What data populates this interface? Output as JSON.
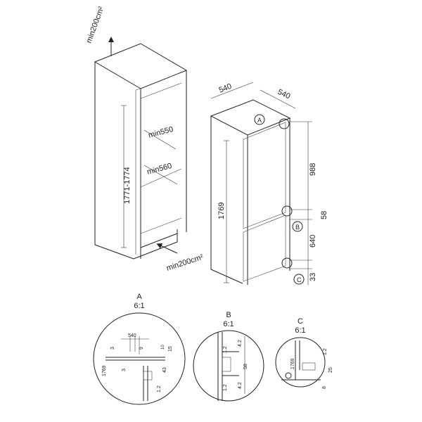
{
  "cabinet": {
    "vent_top": "min200cm²",
    "vent_bottom": "min200cm²",
    "depth_1": "min550",
    "depth_2": "min560",
    "height_range": "1771-1774"
  },
  "fridge": {
    "width": "540",
    "depth": "540",
    "height": "1769",
    "upper_door": "988",
    "gap": "58",
    "lower_door": "640",
    "bottom": "33",
    "callout_a": "A",
    "callout_b": "B",
    "callout_c": "C"
  },
  "details": [
    {
      "letter": "A",
      "scale": "6:1",
      "labels": {
        "w": "540",
        "h": "1769",
        "d1": "3",
        "d2": "9",
        "d3": "15",
        "d4": "43",
        "d5": "3",
        "d6": "1.2",
        "d7": "10"
      }
    },
    {
      "letter": "B",
      "scale": "6:1",
      "labels": {
        "d1": "4.2",
        "d2": "58",
        "d3": "4.2",
        "d4": "1.2",
        "d5": "1.2"
      }
    },
    {
      "letter": "C",
      "scale": "6:1",
      "labels": {
        "d1": "1.2",
        "d2": "1769",
        "d3": "25",
        "d4": "8"
      }
    }
  ]
}
